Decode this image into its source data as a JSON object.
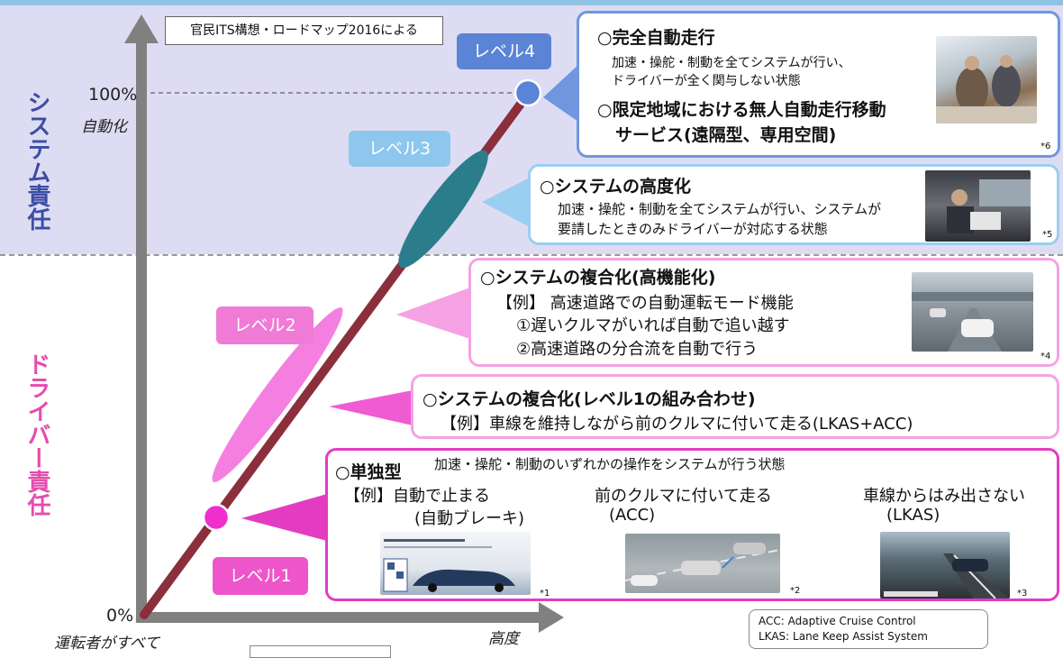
{
  "source_note": "官民ITS構想・ロードマップ2016による",
  "axes": {
    "y_top_pct": "100%",
    "y_top_label": "自動化",
    "y_bottom_pct": "0%",
    "y_bottom_label": "運転者がすべて",
    "x_label": "高度"
  },
  "responsibility": {
    "system": "システム責任",
    "driver": "ドライバー責任"
  },
  "levels": {
    "l1": "レベル1",
    "l2": "レベル2",
    "l3": "レベル3",
    "l4": "レベル4"
  },
  "level4": {
    "title1": "○完全自動走行",
    "desc1_line1": "加速・操舵・制動を全てシステムが行い、",
    "desc1_line2": "ドライバーが全く関与しない状態",
    "title2_line1": "○限定地域における無人自動走行移動",
    "title2_line2": "サービス(遠隔型、専用空間)",
    "note": "*6"
  },
  "level3": {
    "title": "○システムの高度化",
    "desc_line1": "加速・操舵・制動を全てシステムが行い、システムが",
    "desc_line2": "要請したときのみドライバーが対応する状態",
    "note": "*5"
  },
  "level2": {
    "title": "○システムの複合化(高機能化)",
    "example": "【例】 高速道路での自動運転モード機能",
    "item1": "①遅いクルマがいれば自動で追い越す",
    "item2": "②高速道路の分合流を自動で行う",
    "note": "*4"
  },
  "level1b": {
    "title": "○システムの複合化(レベル1の組み合わせ)",
    "example": "【例】車線を維持しながら前のクルマに付いて走る(LKAS+ACC)"
  },
  "level1a": {
    "title": "○単独型",
    "desc": "加速・操舵・制動のいずれかの操作をシステムが行う状態",
    "ex1_line1": "【例】自動で止まる",
    "ex1_line2": "(自動ブレーキ)",
    "ex2_line1": "前のクルマに付いて走る",
    "ex2_line2": "(ACC)",
    "ex3_line1": "車線からはみ出さない",
    "ex3_line2": "(LKAS)",
    "note1": "*1",
    "note2": "*2",
    "note3": "*3"
  },
  "legend": {
    "acc": "ACC: Adaptive Cruise Control",
    "lkas": "LKAS: Lane Keep Assist System"
  },
  "colors": {
    "system_band": "#dedcf3",
    "system_text": "#3a4ea3",
    "driver_text": "#e64cae",
    "trend_line": "#8b2f3c",
    "axis": "#7f7f7f"
  }
}
